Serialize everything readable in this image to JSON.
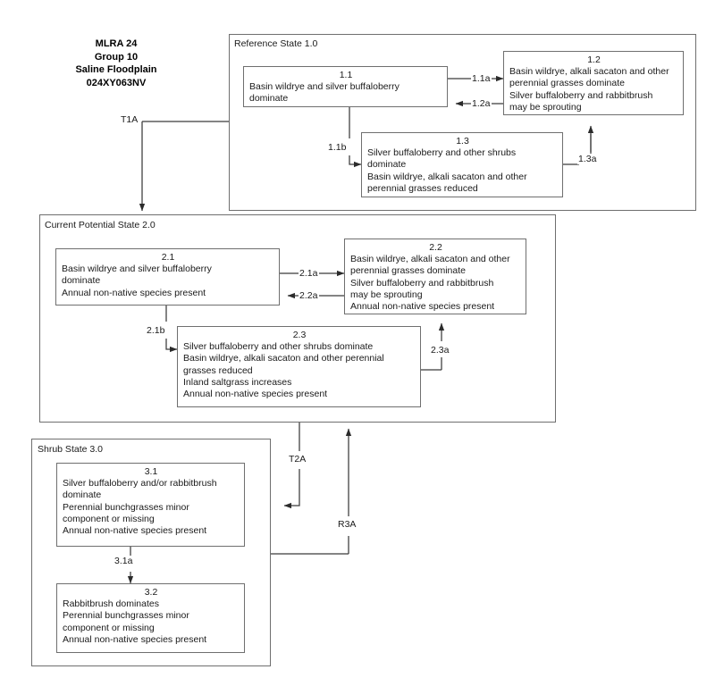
{
  "header": {
    "title": "MLRA 24\nGroup 10\nSaline Floodplain\n024XY063NV"
  },
  "states": [
    {
      "id": "state-1",
      "title": "Reference State 1.0"
    },
    {
      "id": "state-2",
      "title": "Current Potential State 2.0"
    },
    {
      "id": "state-3",
      "title": "Shrub State 3.0"
    }
  ],
  "phases": {
    "p11": {
      "number": "1.1",
      "text": "Basin wildrye and silver buffaloberry\ndominate"
    },
    "p12": {
      "number": "1.2",
      "text": "Basin wildrye, alkali sacaton and other\nperennial grasses dominate\nSilver buffaloberry and rabbitbrush\nmay be sprouting"
    },
    "p13": {
      "number": "1.3",
      "text": "Silver buffaloberry and other shrubs\ndominate\nBasin wildrye, alkali sacaton and other\nperennial grasses reduced"
    },
    "p21": {
      "number": "2.1",
      "text": "Basin wildrye and silver buffaloberry\ndominate\nAnnual non-native species present"
    },
    "p22": {
      "number": "2.2",
      "text": "Basin wildrye, alkali sacaton and other\nperennial grasses dominate\nSilver buffaloberry and rabbitbrush\nmay be sprouting\nAnnual non-native species present"
    },
    "p23": {
      "number": "2.3",
      "text": "Silver buffaloberry and other shrubs dominate\nBasin wildrye, alkali sacaton and other perennial\ngrasses reduced\nInland saltgrass increases\nAnnual non-native species present"
    },
    "p31": {
      "number": "3.1",
      "text": "Silver buffaloberry and/or rabbitbrush\ndominate\nPerennial bunchgrasses minor\ncomponent or missing\nAnnual non-native species present"
    },
    "p32": {
      "number": "3.2",
      "text": "Rabbitbrush dominates\nPerennial bunchgrasses minor\ncomponent or missing\nAnnual non-native species present"
    }
  },
  "transitions": {
    "t1a": "T1A",
    "t2a": "T2A",
    "r3a": "R3A",
    "e11a": "1.1a",
    "e12a": "1.2a",
    "e11b": "1.1b",
    "e13a": "1.3a",
    "e21a": "2.1a",
    "e22a": "2.2a",
    "e21b": "2.1b",
    "e23a": "2.3a",
    "e31a": "3.1a"
  },
  "colors": {
    "box_border": "#6f6f6f",
    "wire": "#3b3b3b",
    "text": "#1a1a1a",
    "background": "#ffffff"
  }
}
